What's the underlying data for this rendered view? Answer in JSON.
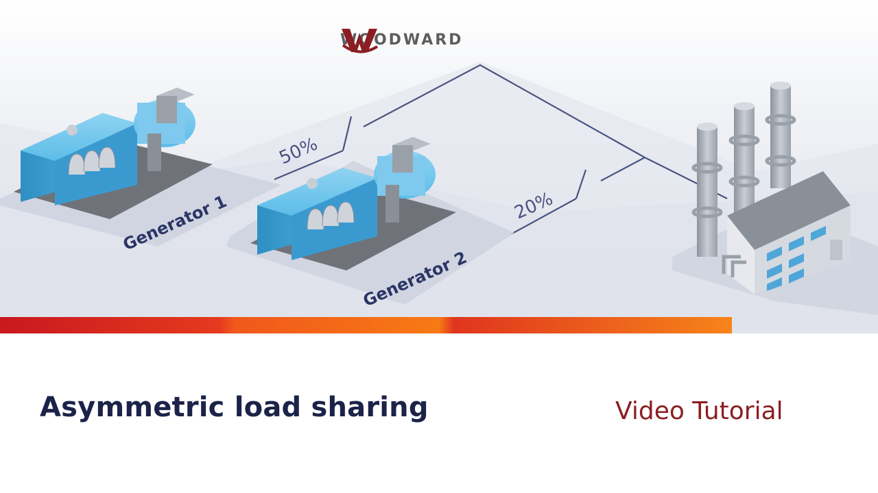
{
  "brand": {
    "name": "WOODWARD",
    "logo_icon": "woodward-w-logo-icon",
    "logo_color": "#8b1e22"
  },
  "diagram": {
    "generators": [
      {
        "label": "Generator 1",
        "load": "50%"
      },
      {
        "label": "Generator 2",
        "load": "20%"
      }
    ],
    "consumer_icon": "factory-icon",
    "line_color": "#4a5380",
    "machine_color": "#3ea6d8"
  },
  "footer": {
    "title": "Asymmetric load sharing",
    "subtitle": "Video Tutorial",
    "title_color": "#1c2349",
    "subtitle_color": "#8b1e22"
  }
}
